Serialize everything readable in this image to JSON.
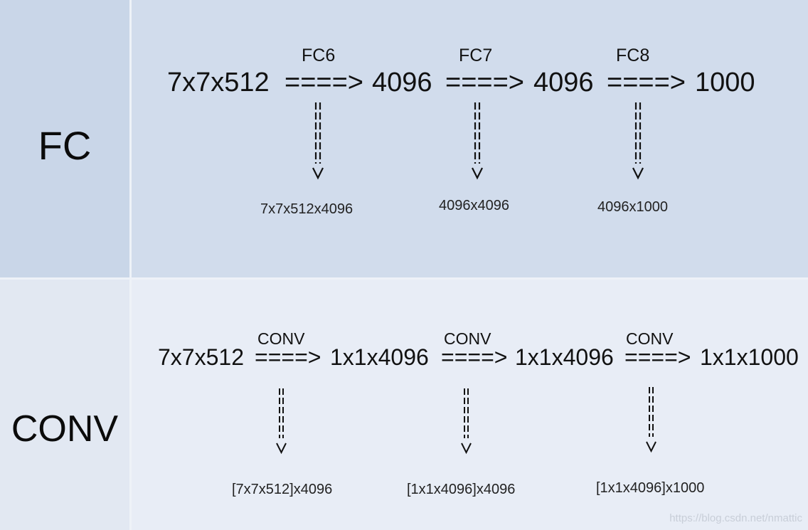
{
  "fc_row": {
    "label": "FC",
    "chain": [
      "7x7x512",
      "====>",
      "4096",
      "====>",
      "4096",
      "====>",
      "1000"
    ],
    "layer_labels": [
      "FC6",
      "FC7",
      "FC8"
    ],
    "weights": [
      "7x7x512x4096",
      "4096x4096",
      "4096x1000"
    ]
  },
  "conv_row": {
    "label": "CONV",
    "chain": [
      "7x7x512",
      "====>",
      "1x1x4096",
      "====>",
      "1x1x4096",
      "====>",
      "1x1x1000"
    ],
    "layer_labels": [
      "CONV",
      "CONV",
      "CONV"
    ],
    "weights": [
      "[7x7x512]x4096",
      "[1x1x4096]x4096",
      "[1x1x4096]x1000"
    ]
  },
  "watermark": "https://blog.csdn.net/nmattic"
}
